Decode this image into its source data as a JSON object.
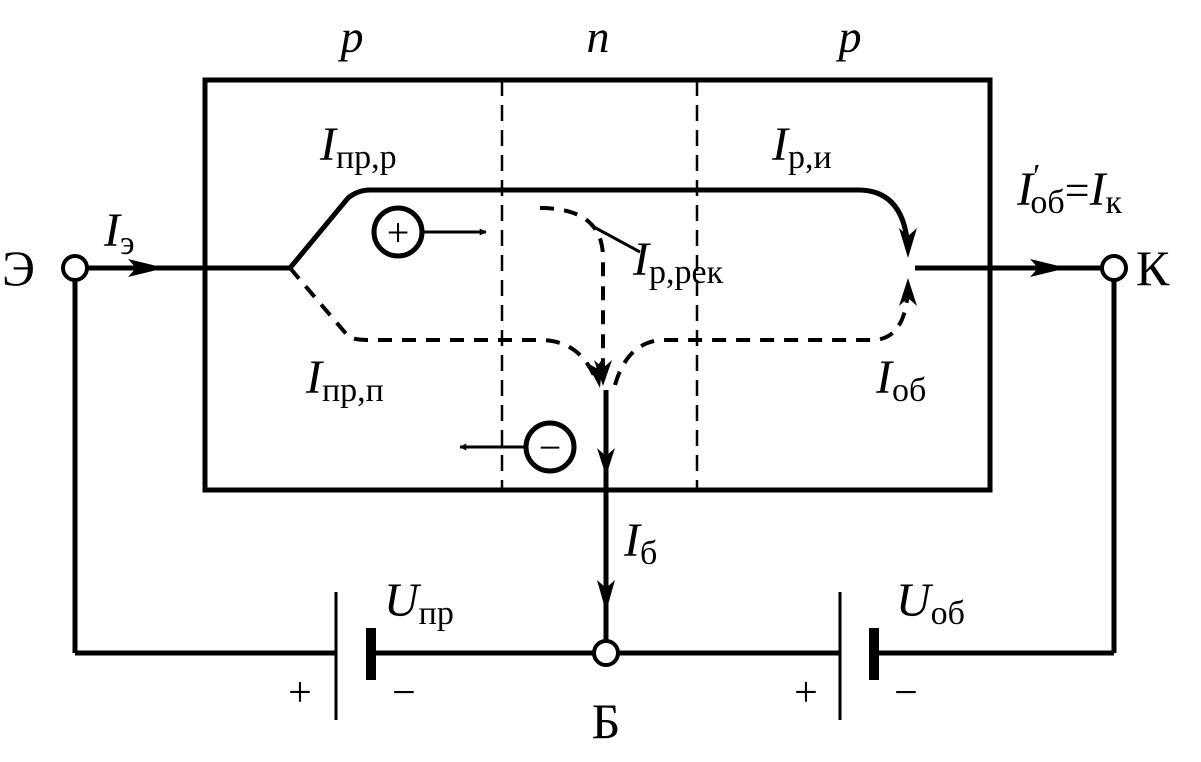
{
  "regions": {
    "left": "p",
    "middle": "n",
    "right": "p"
  },
  "terminals": {
    "emitter": "Э",
    "collector": "К",
    "base": "Б"
  },
  "currents": {
    "emitter": {
      "main": "I",
      "sub": "э"
    },
    "hole_forward": {
      "main": "I",
      "sub": "пр,р"
    },
    "hole_collected": {
      "main": "I",
      "sub": "р,и"
    },
    "recombination": {
      "main": "I",
      "sub": "р,рек"
    },
    "electron_forward": {
      "main": "I",
      "sub": "пр,п"
    },
    "reverse": {
      "main": "I",
      "sub": "об"
    },
    "collector": {
      "main": "I",
      "prime": "′",
      "sub1": "об",
      "eq": "=",
      "main2": "I",
      "sub2": "к"
    },
    "base": {
      "main": "I",
      "sub": "б"
    }
  },
  "carriers": {
    "hole": "+",
    "electron": "−"
  },
  "sources": {
    "forward": {
      "main": "U",
      "sub": "пр",
      "plus": "+",
      "minus": "−"
    },
    "reverse": {
      "main": "U",
      "sub": "об",
      "plus": "+",
      "minus": "−"
    }
  }
}
